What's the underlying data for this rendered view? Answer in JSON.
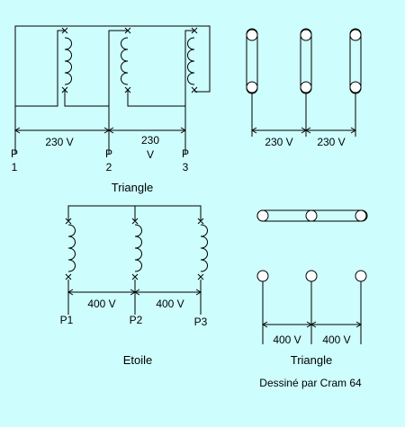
{
  "colors": {
    "background": "#cdfdfd",
    "stroke": "#000000",
    "terminal_fill": "#ffffff"
  },
  "triangle_schematic": {
    "voltage_left": "230 V",
    "voltage_right_line1": "230",
    "voltage_right_line2": "V",
    "terminal_p1_top": "P",
    "terminal_p1_bottom": "1",
    "terminal_p2_top": "P",
    "terminal_p2_bottom": "2",
    "terminal_p3_top": "P",
    "terminal_p3_bottom": "3",
    "caption": "Triangle"
  },
  "triangle_plate": {
    "voltage_left": "230 V",
    "voltage_right": "230 V"
  },
  "star_schematic": {
    "voltage_left": "400 V",
    "voltage_right": "400 V",
    "terminal_1": "P1",
    "terminal_2": "P2",
    "terminal_3": "P3",
    "caption": "Etoile"
  },
  "star_plate": {
    "voltage_left": "400 V",
    "voltage_right": "400 V",
    "caption": "Triangle",
    "credit": "Dessiné par Cram 64"
  }
}
